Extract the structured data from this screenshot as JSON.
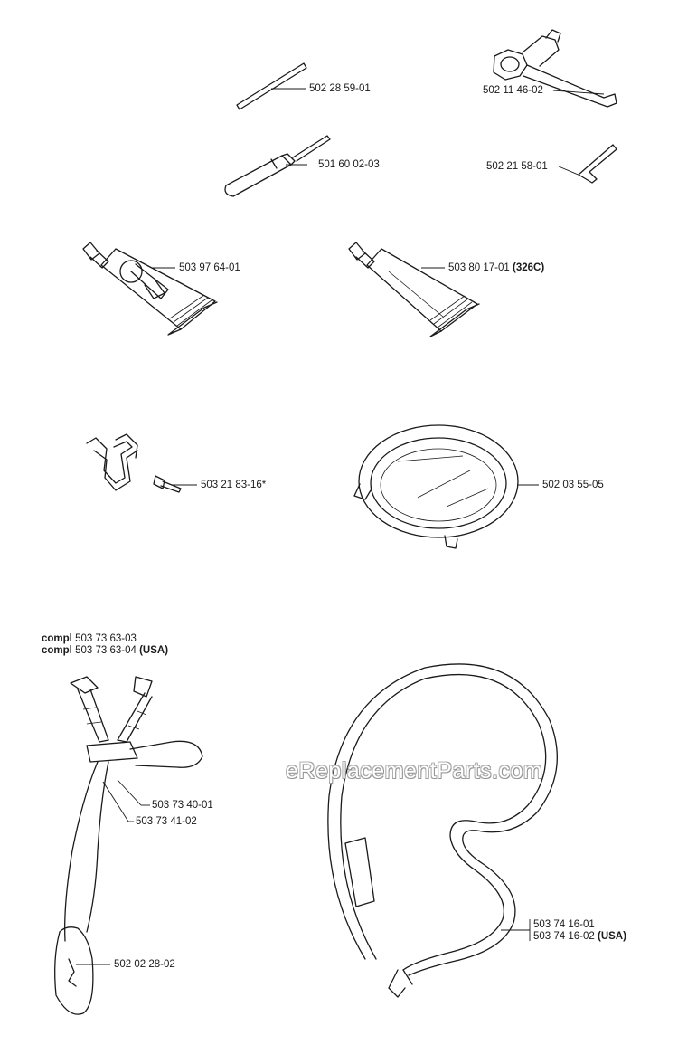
{
  "parts": [
    {
      "id": "p1",
      "number": "502 28 59-01",
      "suffix": ""
    },
    {
      "id": "p2",
      "number": "502 11 46-02",
      "suffix": ""
    },
    {
      "id": "p3",
      "number": "501 60 02-03",
      "suffix": ""
    },
    {
      "id": "p4",
      "number": "502 21 58-01",
      "suffix": ""
    },
    {
      "id": "p5",
      "number": "503 97 64-01",
      "suffix": ""
    },
    {
      "id": "p6",
      "number": "503 80 17-01",
      "suffix": "(326C)"
    },
    {
      "id": "p7",
      "number": "503 21 83-16*",
      "suffix": ""
    },
    {
      "id": "p8",
      "number": "502 03 55-05",
      "suffix": ""
    },
    {
      "id": "p9",
      "number": "503 73 40-01",
      "suffix": ""
    },
    {
      "id": "p10",
      "number": "503 73 41-02",
      "suffix": ""
    },
    {
      "id": "p11",
      "number": "502 02 28-02",
      "suffix": ""
    },
    {
      "id": "p12a",
      "number": "503 74 16-01",
      "suffix": ""
    },
    {
      "id": "p12b",
      "number": "503 74 16-02",
      "suffix": "(USA)"
    }
  ],
  "harness_header": [
    {
      "prefix": "compl",
      "number": "503 73 63-03",
      "suffix": ""
    },
    {
      "prefix": "compl",
      "number": "503 73 63-04",
      "suffix": "(USA)"
    }
  ],
  "watermark": "eReplacementParts.com"
}
